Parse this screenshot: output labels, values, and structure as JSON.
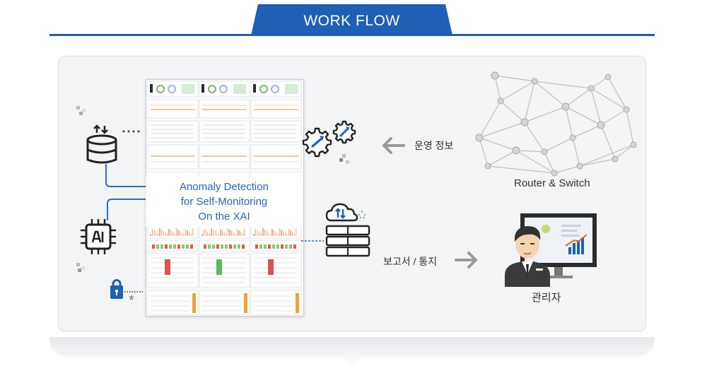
{
  "header": {
    "title": "WORK FLOW",
    "accent_color": "#1f5fb5"
  },
  "dashboard": {
    "overlay_title_lines": [
      "Anomaly Detection",
      "for Self-Monitoring",
      "On the XAI"
    ]
  },
  "flow": {
    "operation_info_label": "운영 정보",
    "report_notify_label": "보고서 / 통지",
    "network_label": "Router & Switch",
    "admin_label": "관리자"
  },
  "icons": {
    "database": "database-icon",
    "ai_chip": "ai-chip-icon",
    "lock": "lock-icon",
    "gears": "gears-icon",
    "cloud_server": "cloud-server-icon",
    "network": "network-mesh-icon",
    "admin": "admin-person-icon",
    "arrow_left": "arrow-left-icon",
    "arrow_right": "arrow-right-icon"
  },
  "colors": {
    "primary": "#1f5fb5",
    "icon_dark": "#222222",
    "arrow_gray": "#9a9a9a",
    "panel_bg": "#f3f4f6"
  }
}
